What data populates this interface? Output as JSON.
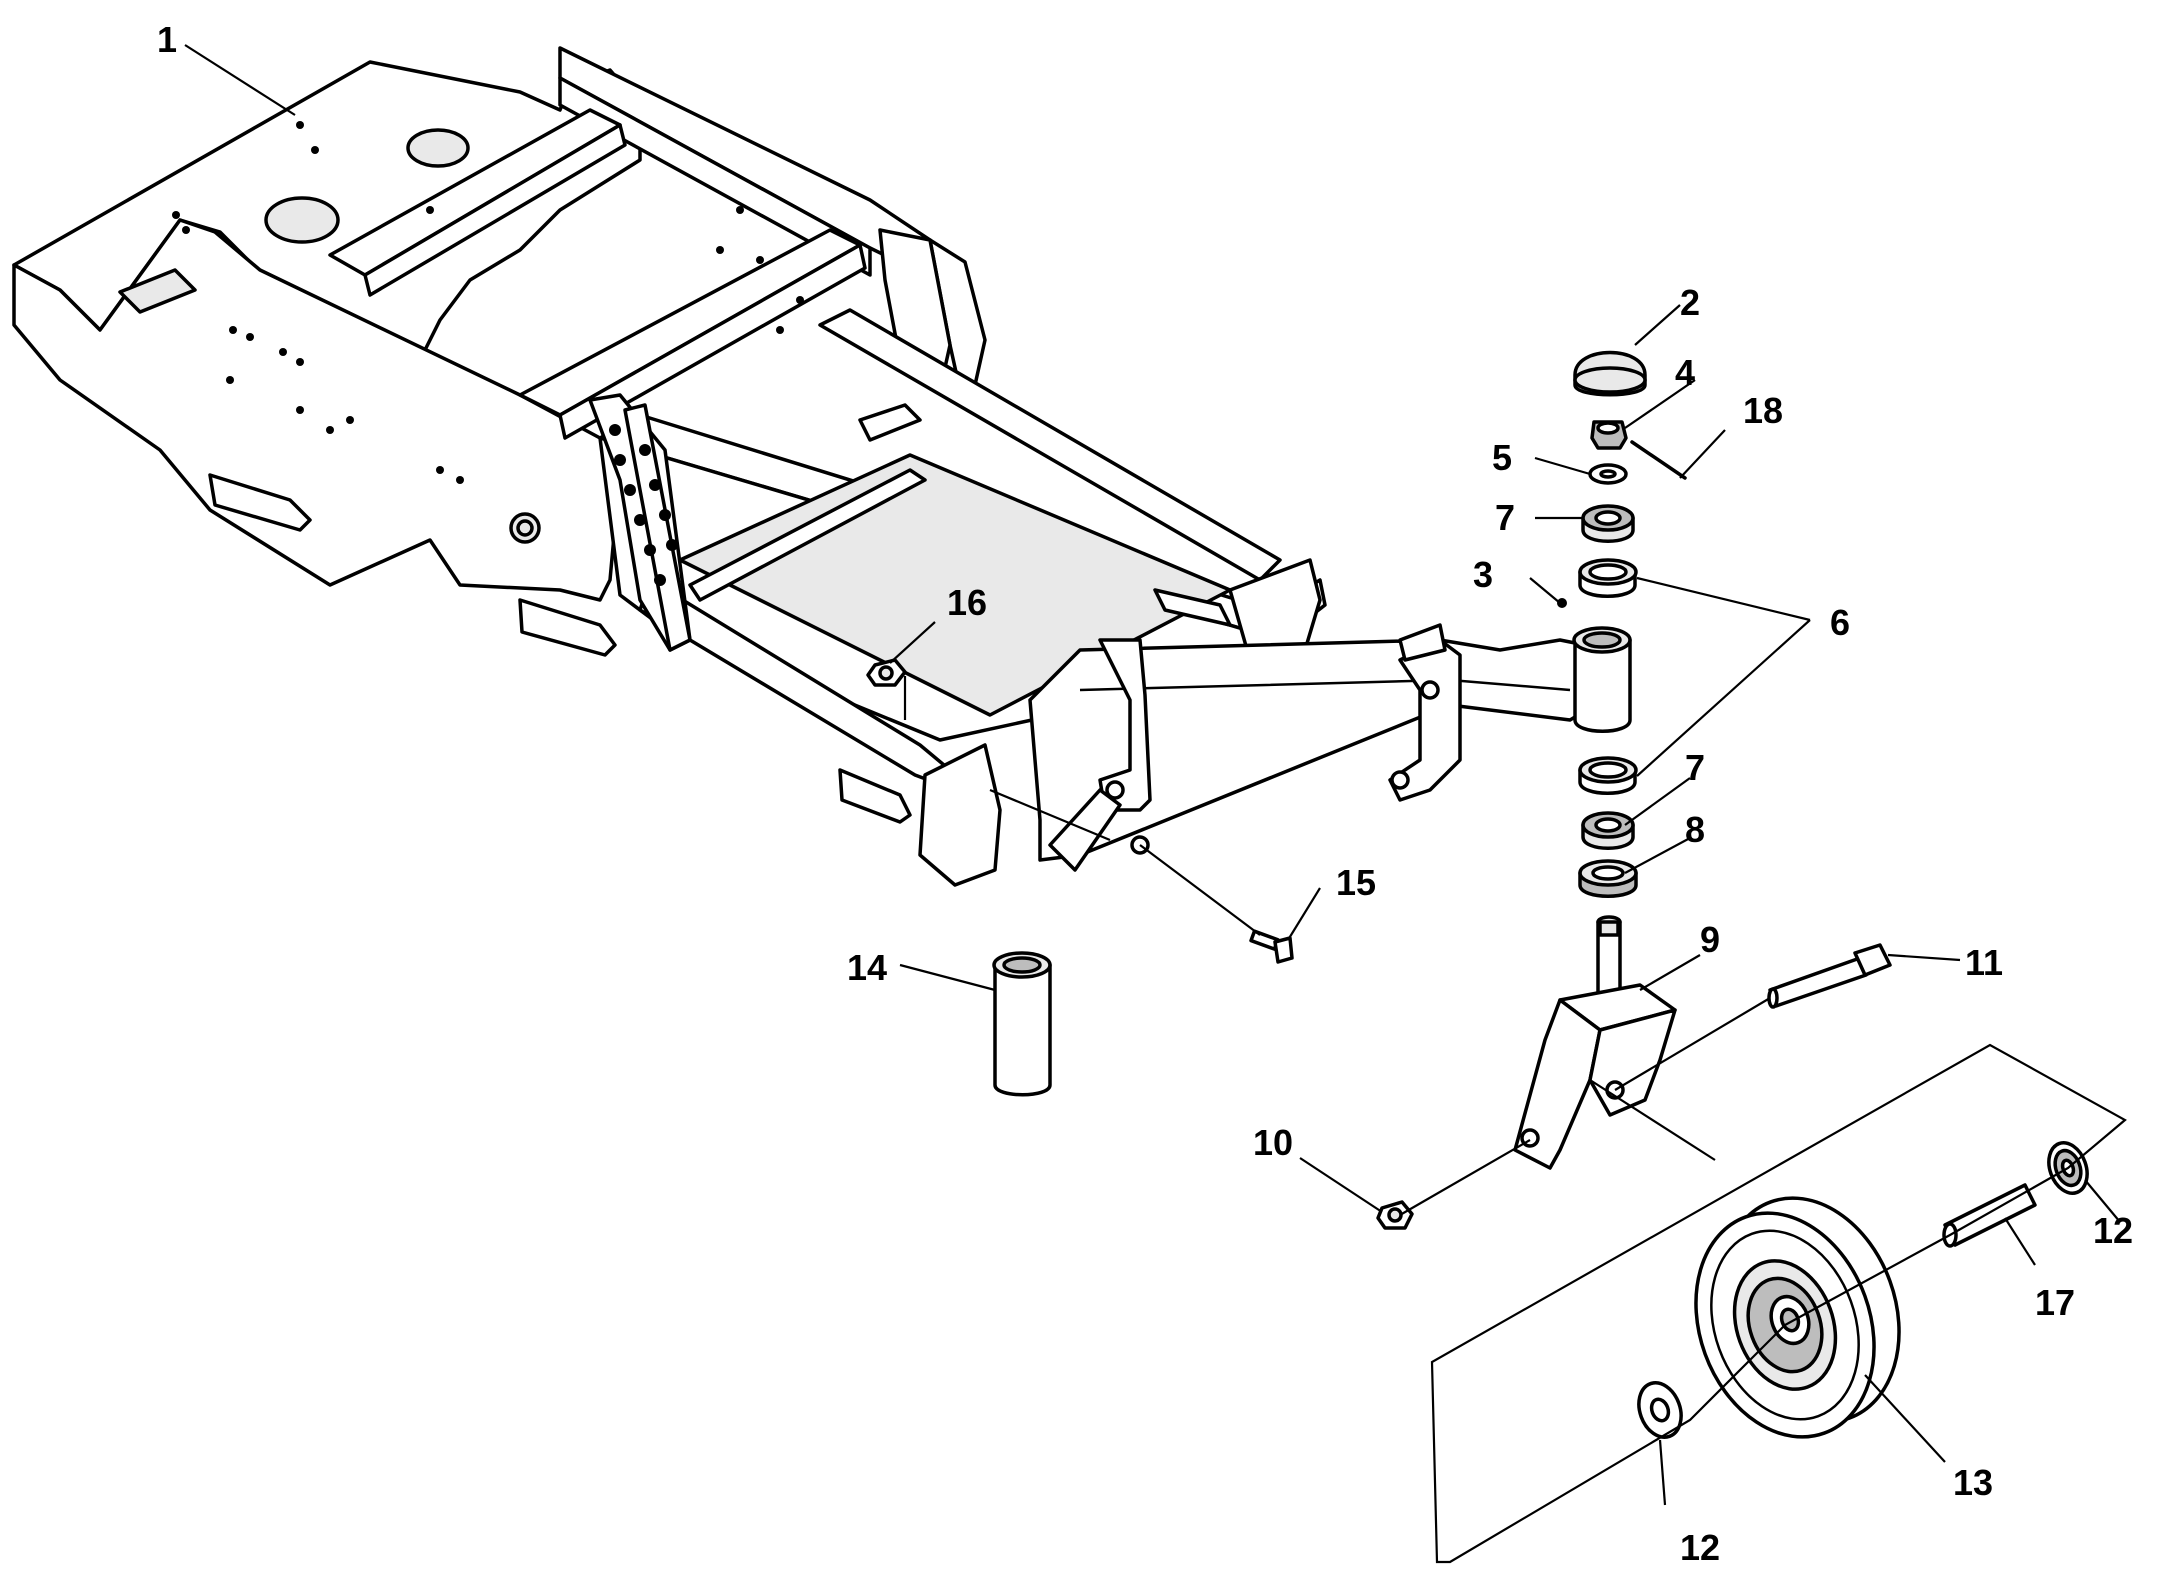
{
  "callouts": {
    "c1": "1",
    "c2": "2",
    "c3": "3",
    "c4": "4",
    "c5": "5",
    "c6": "6",
    "c7a": "7",
    "c7b": "7",
    "c8": "8",
    "c9": "9",
    "c10": "10",
    "c11": "11",
    "c12a": "12",
    "c12b": "12",
    "c13": "13",
    "c14": "14",
    "c15": "15",
    "c16": "16",
    "c17": "17",
    "c18": "18"
  },
  "colors": {
    "line": "#000000",
    "fill": "#ffffff",
    "shade": "#bdbdbd"
  }
}
